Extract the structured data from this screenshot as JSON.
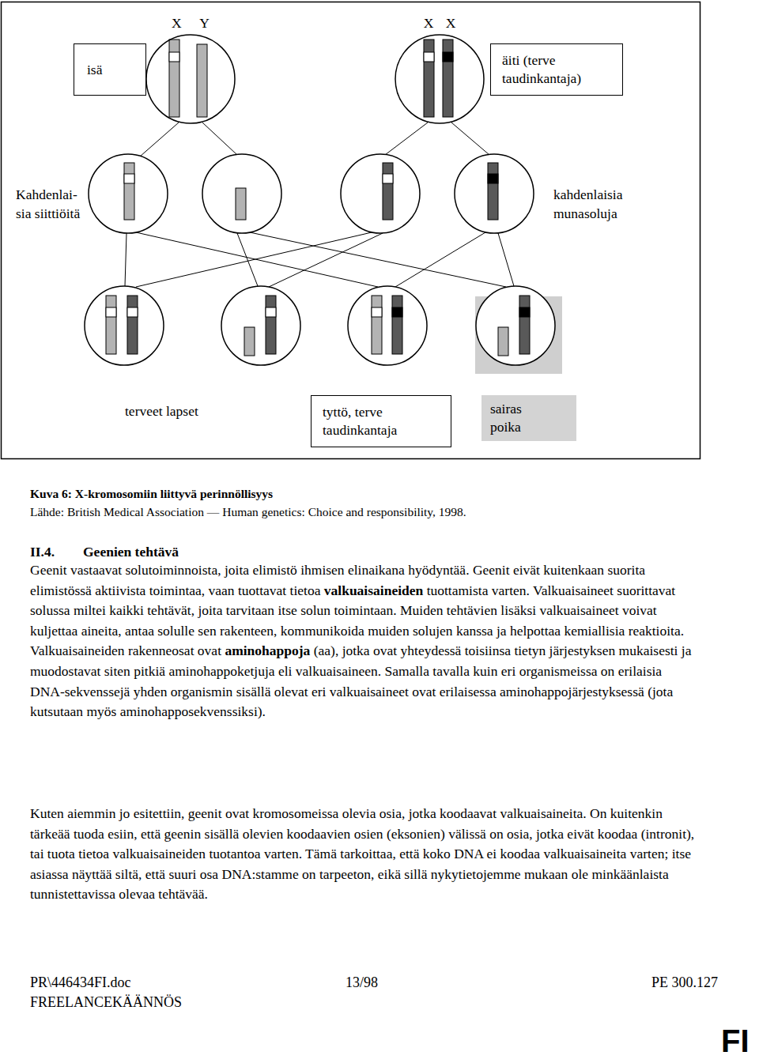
{
  "diagram": {
    "caption": "Kuva 6: X-kromosomiin liittyvä perinnöllisyys",
    "nodes": [
      {
        "text": [
          "isä"
        ]
      },
      {
        "text": [
          "X Y"
        ]
      },
      {
        "text": [
          "X X"
        ]
      },
      {
        "text": [
          "äiti (terve taudinkantaja)"
        ]
      },
      {
        "text": [
          "tyttö, terve taudinkantaja"
        ]
      },
      {
        "text": [
          "sairas poika"
        ]
      }
    ],
    "labels": [
      "Kahdenlai- sia siittiöitä",
      "kahdenlaisia munasoluja",
      "terveet lapset",
      "Lähde: British Medical Association — Human genetics: Choice and responsibility, 1998.",
      "II.4.",
      "Geenien tehtävä",
      "Geenit vastaavat solutoiminnoista, joita elimistö ihmisen elinaikana hyödyntää. Geenit eivät kuitenkaan suorita elimistössä aktiivista toimintaa, vaan tuottavat tietoa",
      "valkuaisaineiden",
      "tuottamista varten. Valkuaisaineet suorittavat solussa miltei kaikki tehtävät, joita tarvitaan itse solun toimintaan. Muiden tehtävien lisäksi valkuaisaineet voivat kuljettaa aineita, antaa solulle sen rakenteen, kommunikoida muiden solujen kanssa ja helpottaa kemiallisia reaktioita. Valkuaisaineiden rakenneosat ovat",
      "aminohappoja",
      "(aa), jotka ovat yhteydessä toisiinsa tietyn järjestyksen mukaisesti ja muodostavat siten pitkiä aminohappoketjuja eli valkuaisaineen. Samalla tavalla kuin eri organismeissa on erilaisia DNA-sekvenssejä yhden organismin sisällä olevat eri valkuaisaineet ovat erilaisessa aminohappojärjestyksessä (jota kutsutaan myös aminohapposekvenssiksi).",
      "Kuten aiemmin jo esitettiin, geenit ovat kromosomeissa olevia osia, jotka koodaavat valkuaisaineita. On kuitenkin tärkeää tuoda esiin, että geenin sisällä olevien koodaavien osien (eksonien) välissä on osia, jotka eivät koodaa (intronit), tai tuota tietoa valkuaisaineiden tuotantoa varten. Tämä tarkoittaa, että koko DNA ei koodaa valkuaisaineita varten; itse asiassa näyttää siltä, että suuri osa DNA:stamme on tarpeeton, eikä sillä nykytietojemme mukaan ole minkäänlaista tunnistettavissa olevaa tehtävää.",
      "PR\\446434FI.doc",
      "13/98",
      "PE 300.127",
      "FREELANCEKÄÄNNÖS",
      "FI"
    ]
  }
}
